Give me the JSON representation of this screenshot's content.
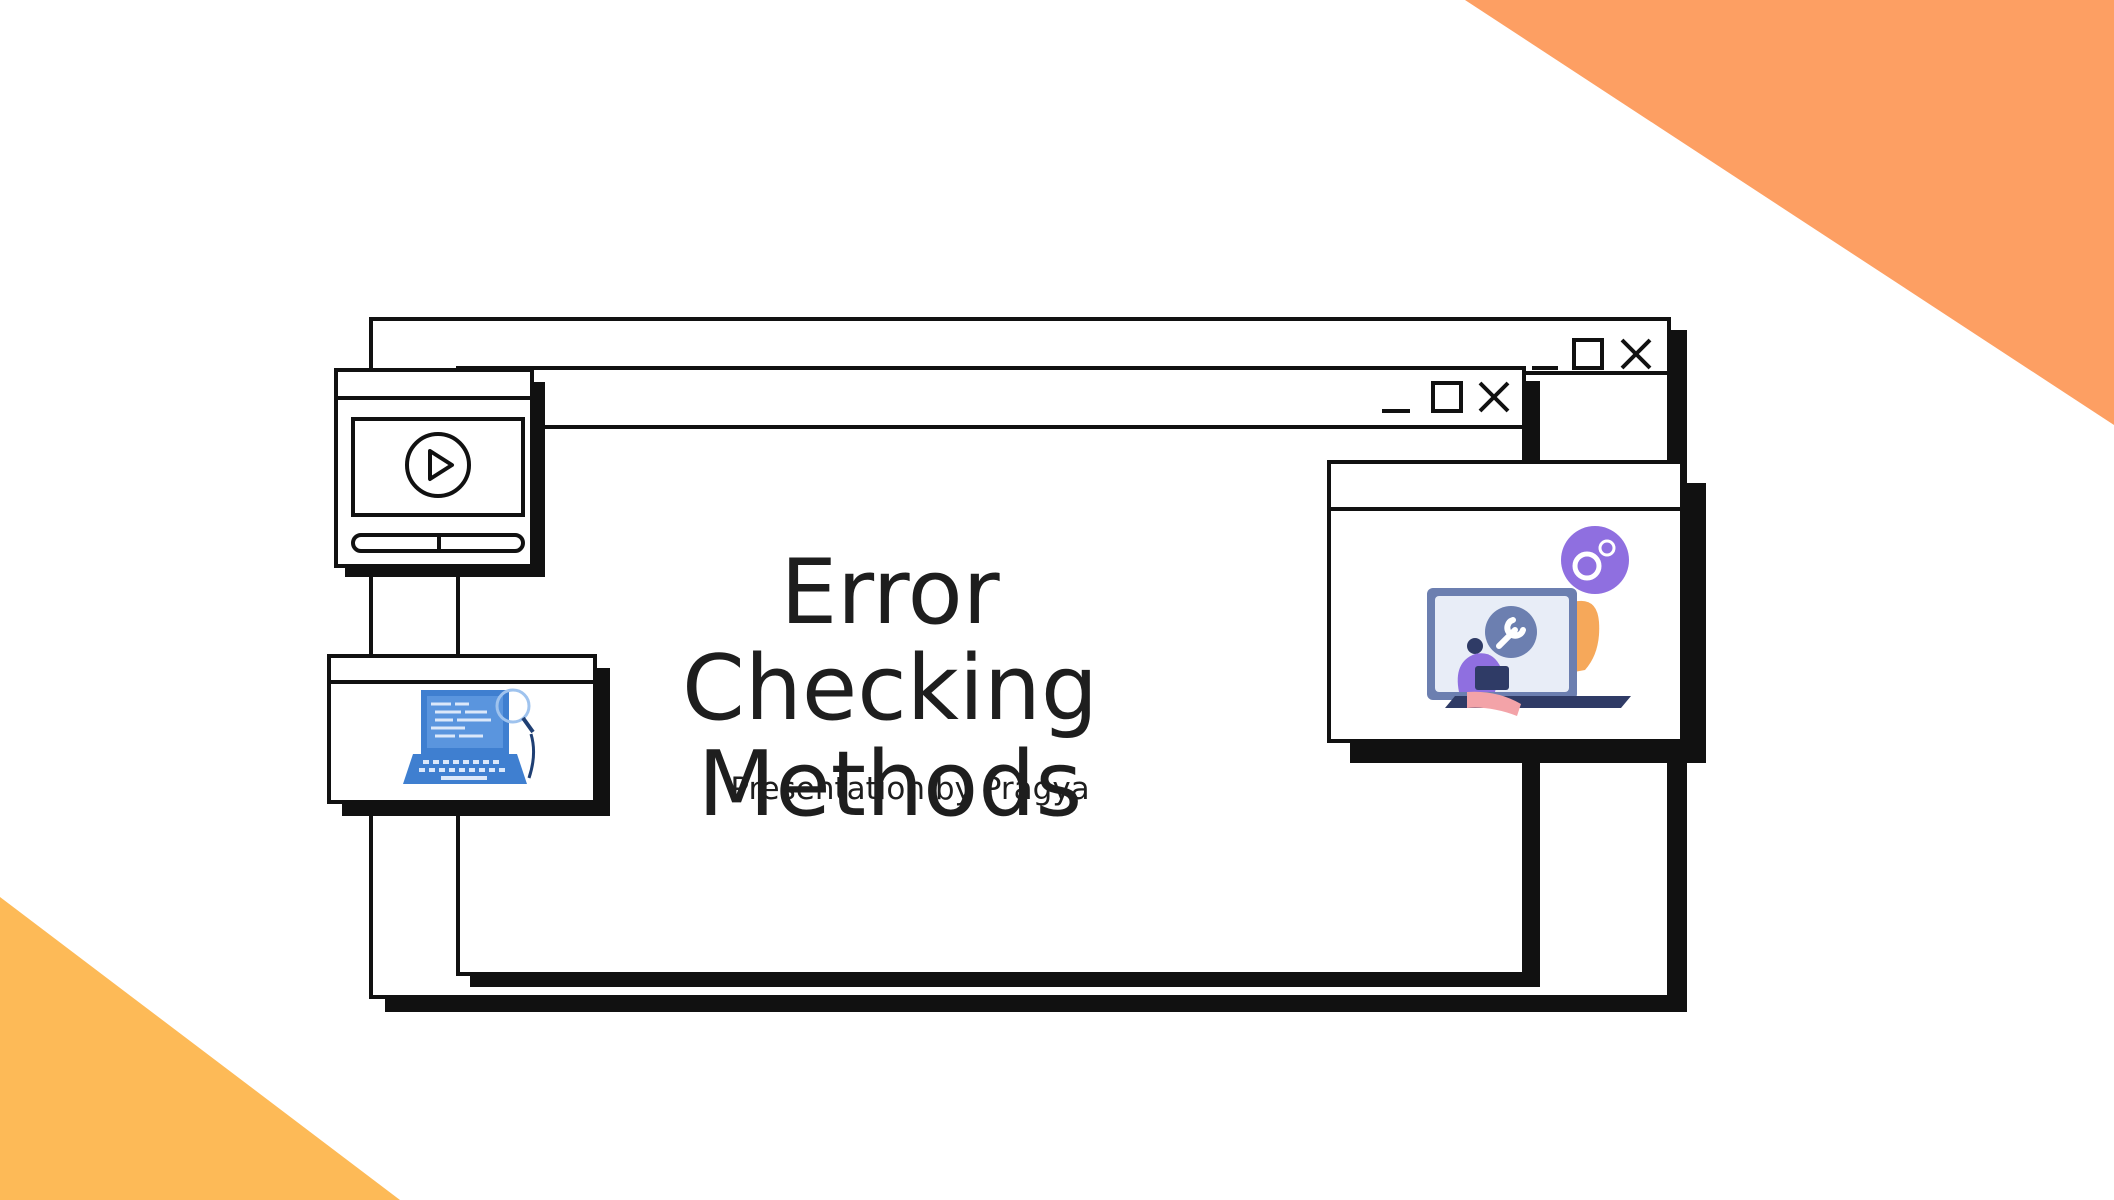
{
  "slide": {
    "title": "Error Checking Methods",
    "subtitle": "Presentation by Pragya"
  },
  "colors": {
    "background": "#ffffff",
    "accent_top_right": "#fd9f63",
    "accent_bottom_left": "#fdba57",
    "outline": "#111111",
    "laptop_blue": "#3f7fd0",
    "purple": "#8f6fe0",
    "orange_figure": "#f6a85a"
  },
  "window_controls": {
    "minimize": "minimize-icon",
    "maximize": "maximize-icon",
    "close": "close-icon"
  },
  "illustrations": {
    "video": "play-icon",
    "code_laptop": "laptop-code-icon",
    "support": "maintenance-illustration"
  }
}
